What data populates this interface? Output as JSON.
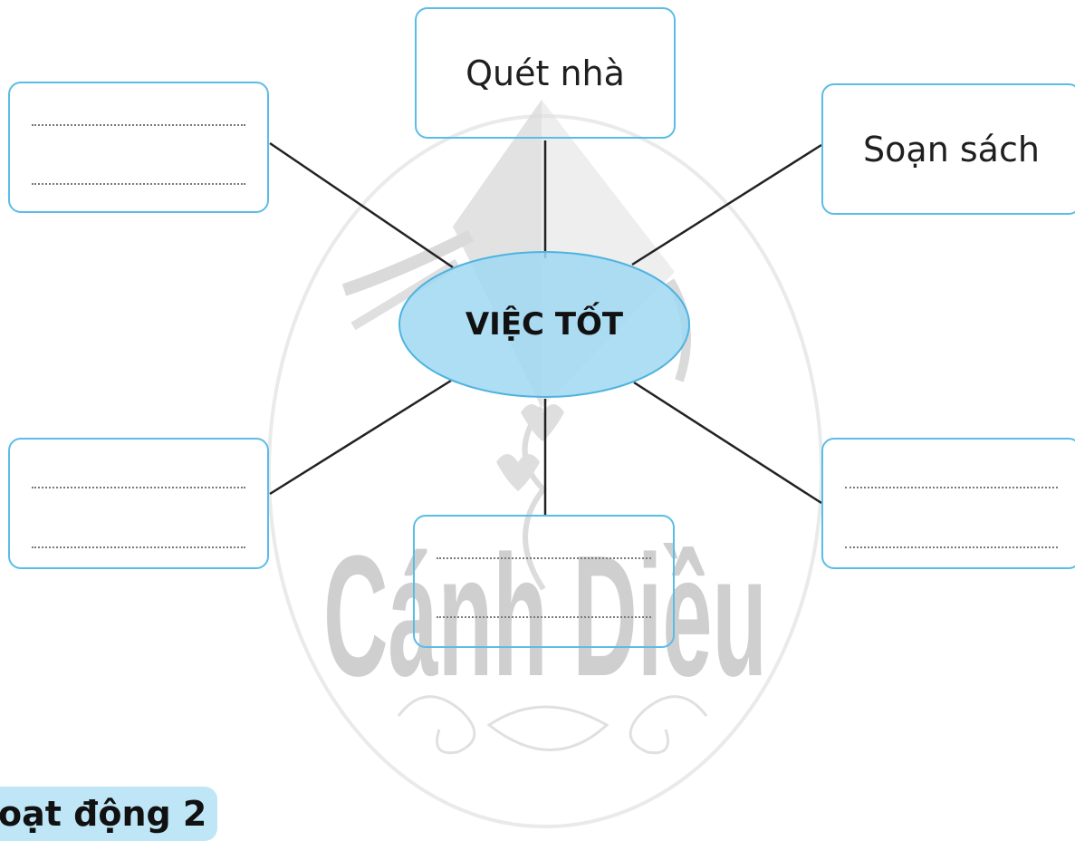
{
  "diagram": {
    "center": "VIỆC TỐT",
    "nodes": [
      {
        "id": "top",
        "text": "Quét nhà"
      },
      {
        "id": "top-right",
        "text": "Soạn sách"
      },
      {
        "id": "top-left",
        "text": ""
      },
      {
        "id": "bottom-left",
        "text": ""
      },
      {
        "id": "bottom",
        "text": ""
      },
      {
        "id": "bottom-right",
        "text": ""
      }
    ],
    "colors": {
      "box_border": "#5bbde6",
      "ellipse_fill": "#9fd8f2",
      "line": "#222222"
    }
  },
  "watermark": {
    "text": "Cánh Diều"
  },
  "footer": {
    "activity_label": "oạt động 2"
  }
}
